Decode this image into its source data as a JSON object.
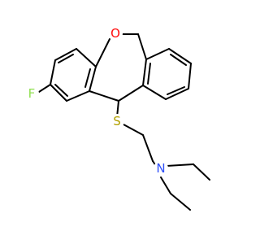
{
  "molecule": {
    "atoms": {
      "oxygen": "O",
      "fluorine": "F",
      "sulfur": "S",
      "nitrogen": "N"
    },
    "colors": {
      "oxygen": "#ff0d0d",
      "fluorine": "#90e050",
      "sulfur": "#b2a000",
      "nitrogen": "#3050f8",
      "bond": "#000000",
      "background": "#ffffff"
    }
  }
}
